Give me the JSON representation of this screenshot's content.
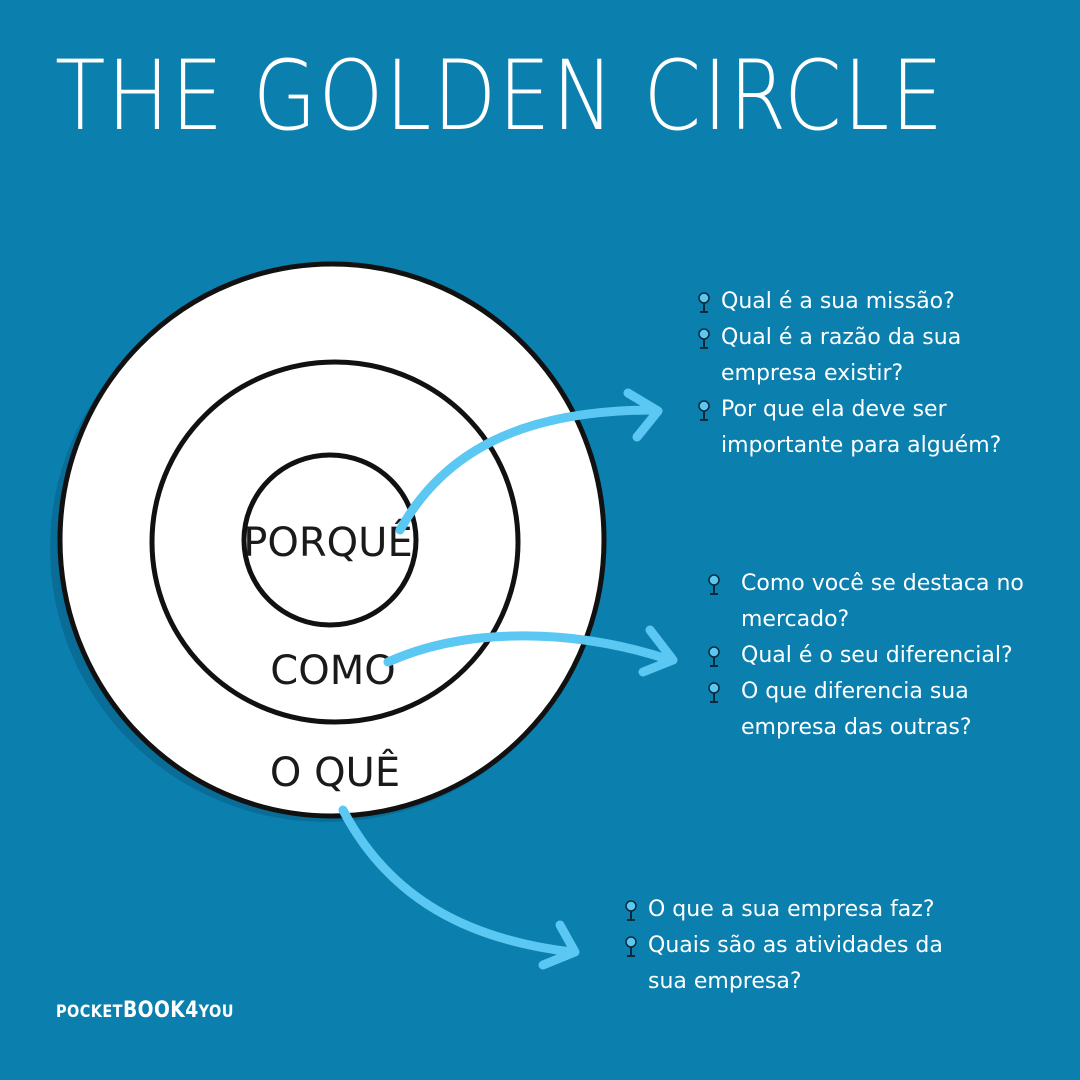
{
  "title": "THE GOLDEN CIRCLE",
  "circles": {
    "inner_label": "PORQUÊ",
    "middle_label": "COMO",
    "outer_label": "O QUÊ"
  },
  "questions": {
    "porque": [
      "Qual é a sua missão?",
      "Qual é a razão da sua empresa existir?",
      "Por que ela deve ser importante para alguém?"
    ],
    "como": [
      "Como você se destaca no mercado?",
      "Qual é o seu diferencial?",
      "O que diferencia sua empresa das outras?"
    ],
    "oque": [
      "O que a sua empresa faz?",
      "Quais são as atividades da sua empresa?"
    ]
  },
  "brand": {
    "part1": "POCKET",
    "part2": "BOOK4",
    "part3": "YOU"
  },
  "colors": {
    "background": "#0b7fae",
    "arrow": "#5ac8f2",
    "circle_fill": "#ffffff",
    "stroke": "#111111"
  },
  "icons": [
    "map-pin-icon"
  ]
}
